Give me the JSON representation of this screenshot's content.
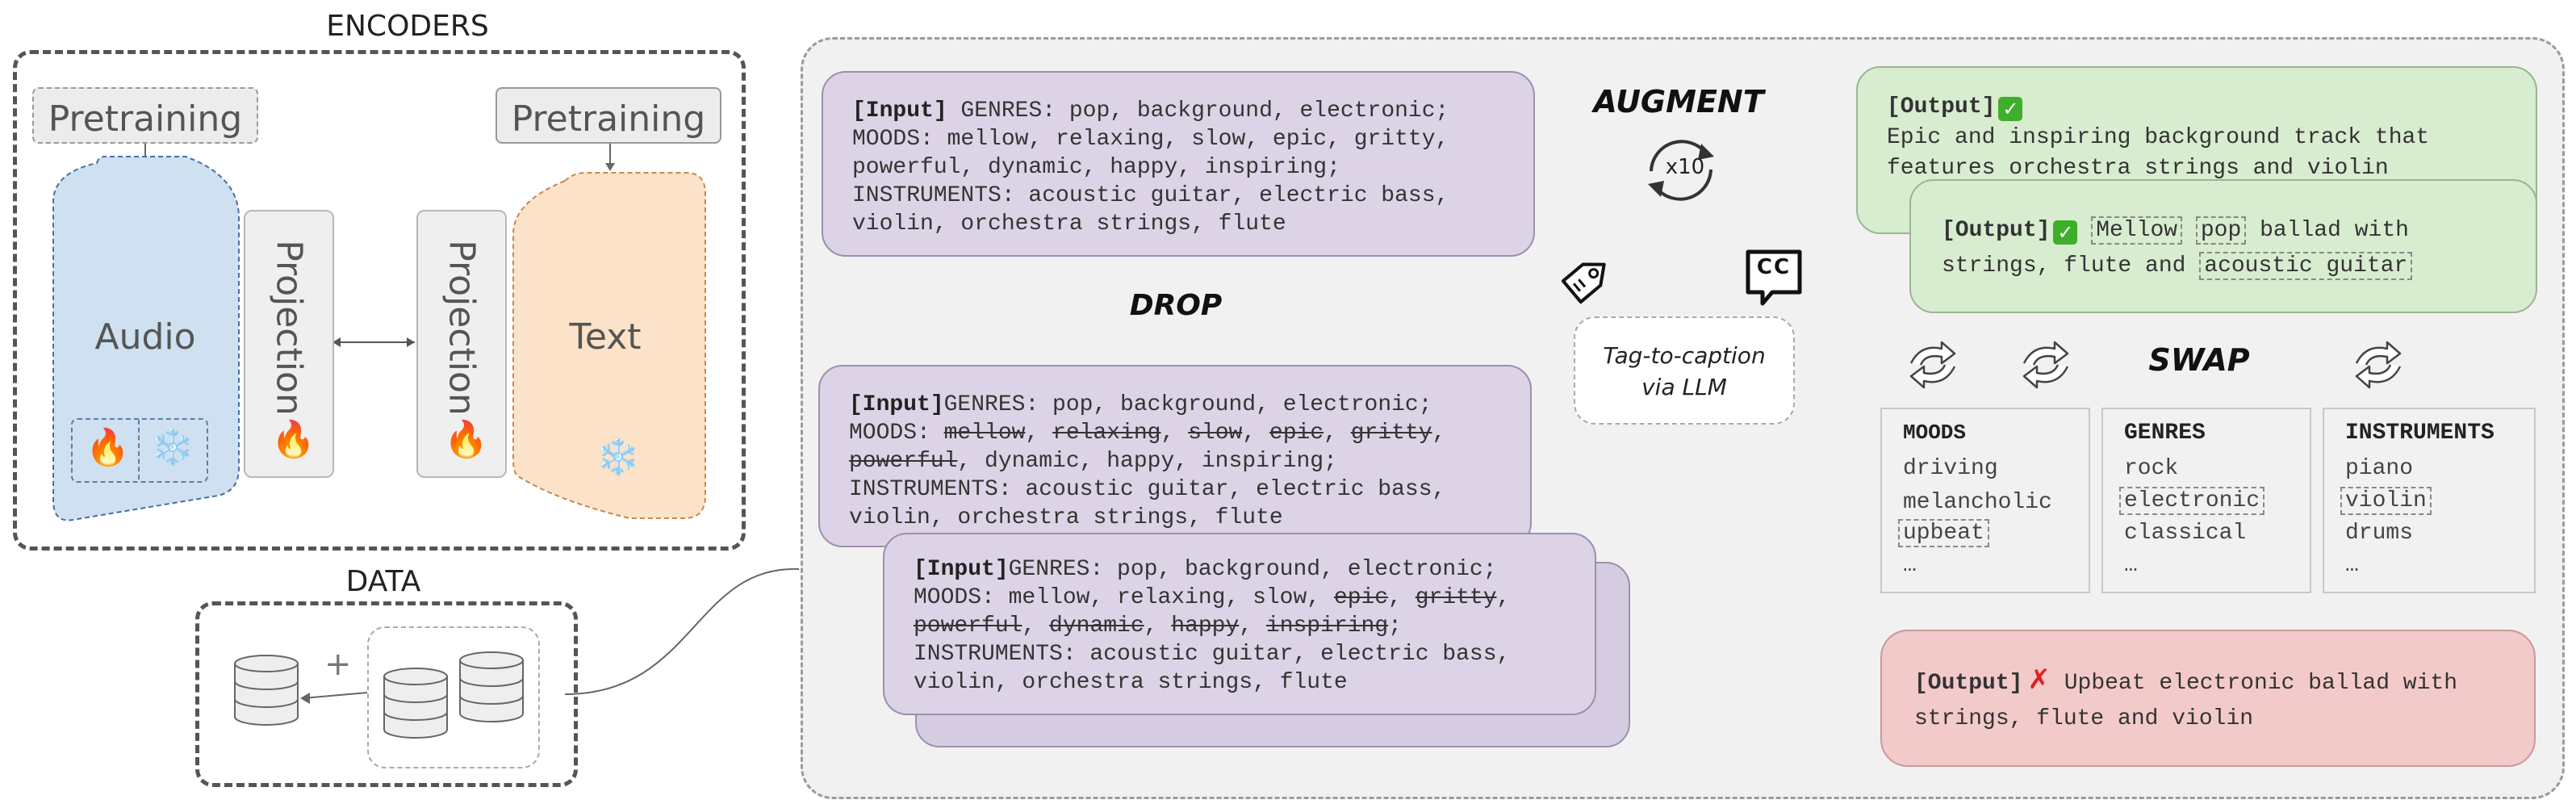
{
  "encoders": {
    "title": "ENCODERS",
    "audio_pretraining": "Pretraining",
    "text_pretraining": "Pretraining",
    "audio_label": "Audio",
    "text_label": "Text",
    "projection_left": "Projection",
    "projection_right": "Projection",
    "fire_glyph": "🔥",
    "snow_glyph": "❄️"
  },
  "data": {
    "title": "DATA",
    "plus": "+"
  },
  "drop": {
    "label": "DROP",
    "card1": {
      "input_tag": "[Input]",
      "l1": " GENRES: pop, background, electronic;",
      "l2": "MOODS: mellow, relaxing, slow, epic, gritty,",
      "l3": "powerful, dynamic, happy, inspiring;",
      "l4": "INSTRUMENTS: acoustic guitar, electric bass,",
      "l5": "violin, orchestra strings, flute"
    },
    "card2": {
      "input_tag": "[Input]",
      "l1": "GENRES: pop, background, electronic;",
      "l2a": "MOODS: ",
      "s_mellow": "mellow",
      "s_relaxing": "relaxing",
      "s_slow": "slow",
      "s_epic": "epic",
      "s_gritty": "gritty",
      "s_powerful": "powerful",
      "l3rest": ", dynamic, happy, inspiring;",
      "l4": "INSTRUMENTS: acoustic guitar, electric bass,",
      "l5": "violin, orchestra strings, flute"
    },
    "card3": {
      "input_tag": "[Input]",
      "l1": "GENRES: pop, background, electronic;",
      "l2a": "MOODS: mellow, relaxing, slow, ",
      "s_epic": "epic",
      "s_gritty": "gritty",
      "s_powerful": "powerful",
      "s_dynamic": "dynamic",
      "s_happy": "happy",
      "s_inspiring": "inspiring",
      "l4": "INSTRUMENTS: acoustic guitar, electric bass,",
      "l5": "violin, orchestra strings, flute"
    }
  },
  "augment": {
    "label": "AUGMENT",
    "times": "x10",
    "cc": "CC",
    "caption_line1": "Tag-to-caption",
    "caption_line2": "via LLM"
  },
  "output": {
    "tag": "[Output]",
    "check": "✓",
    "out1_l1": "Epic and inspiring background track that",
    "out1_l2": "features orchestra strings and violin",
    "out2_w_mellow": "Mellow",
    "out2_w_pop": "pop",
    "out2_rest1": " ballad with",
    "out2_l2a": "strings, flute and ",
    "out2_w_acoustic": "acoustic guitar",
    "out3_l1": " Upbeat electronic ballad with",
    "out3_l2": "strings, flute and violin",
    "cross": "✗"
  },
  "swap": {
    "label": "SWAP",
    "moods": {
      "title": "MOODS",
      "items": [
        "driving",
        "melancholic",
        "upbeat",
        "…"
      ]
    },
    "genres": {
      "title": "GENRES",
      "items": [
        "rock",
        "electronic",
        "classical",
        "…"
      ]
    },
    "instruments": {
      "title": "INSTRUMENTS",
      "items": [
        "piano",
        "violin",
        "drums",
        "…"
      ]
    }
  }
}
